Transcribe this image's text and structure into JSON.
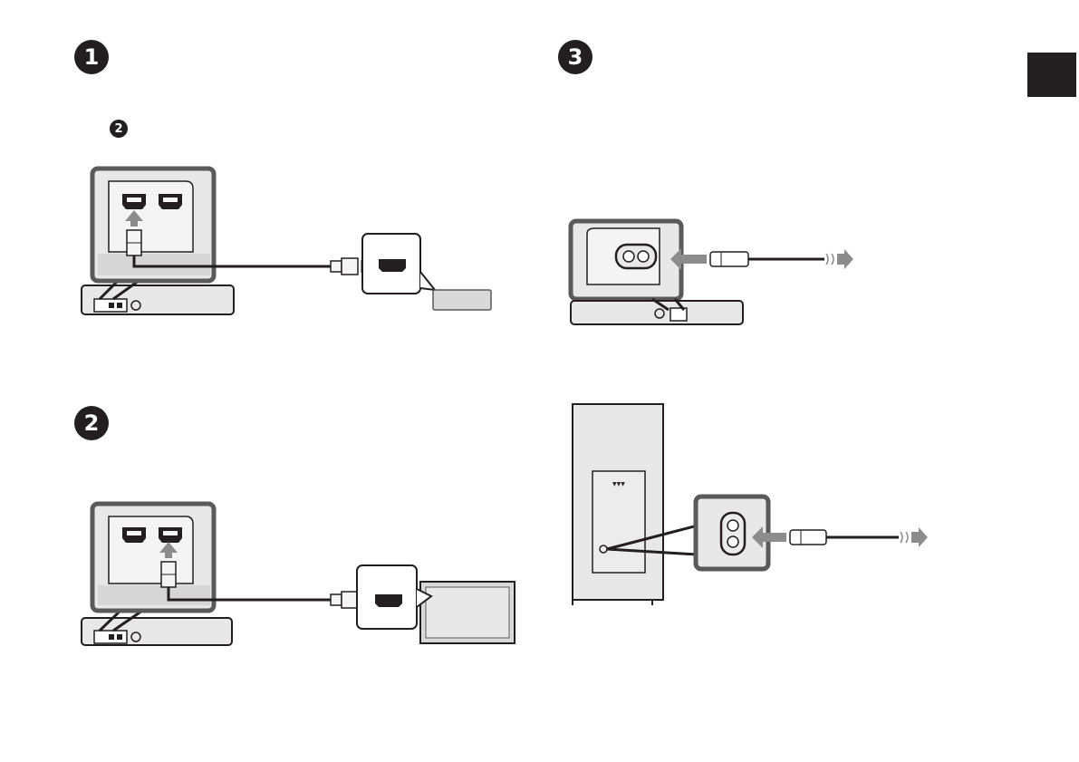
{
  "steps": {
    "step1": "1",
    "step1_ref": "2",
    "step2": "2",
    "step3": "3"
  },
  "colors": {
    "ink": "#231f20",
    "arrow": "#8c8c8c",
    "panel": "#e8e8e8",
    "panel_dark": "#5a5a5a",
    "device": "#d9d9d9"
  },
  "icons": [
    "hdmi-port-icon",
    "hdmi-plug-icon",
    "power-inlet-icon",
    "power-plug-icon",
    "arrow-icon"
  ]
}
